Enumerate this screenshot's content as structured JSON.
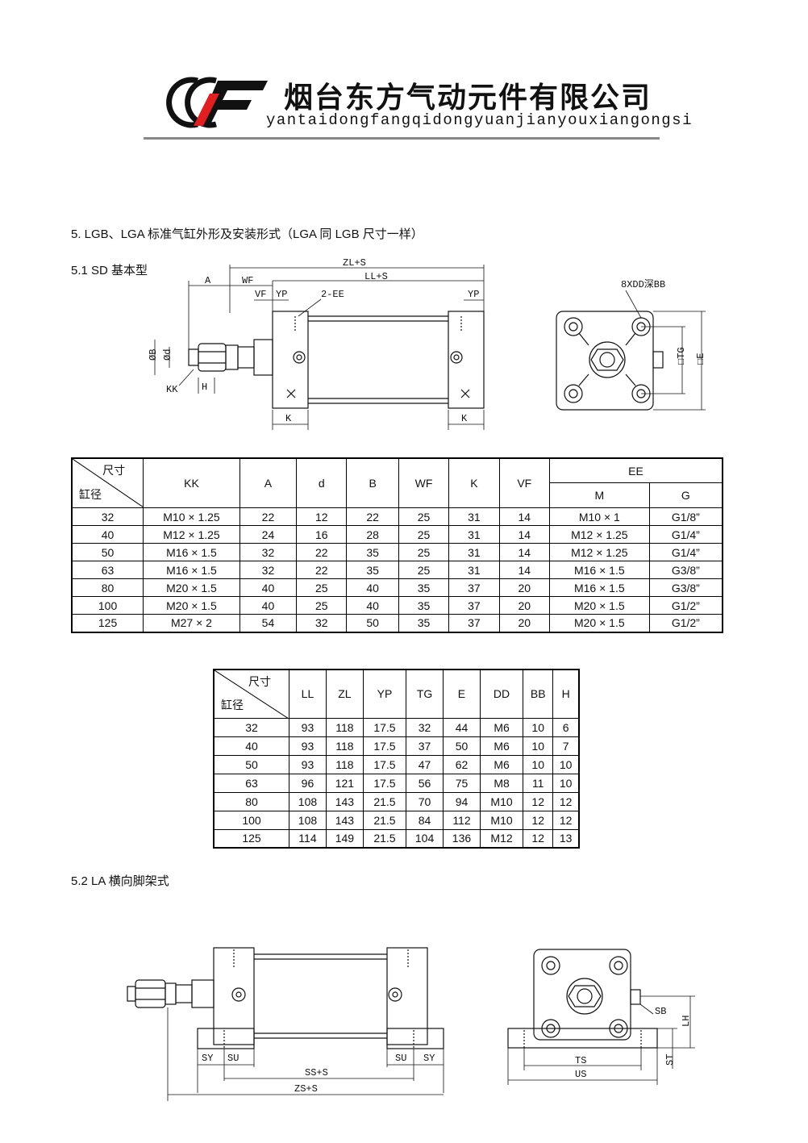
{
  "header": {
    "company_cn": "烟台东方气动元件有限公司",
    "company_en": "yantaidongfangqidongyuanjianyouxiangongsi"
  },
  "sections": {
    "s5": "5. LGB、LGA 标准气缸外形及安装形式（LGA 同 LGB 尺寸一样）",
    "s51": "5.1 SD 基本型",
    "s52": "5.2 LA 横向脚架式"
  },
  "diagram1": {
    "labels": {
      "zl_s": "ZL+S",
      "ll_s": "LL+S",
      "a": "A",
      "wf": "WF",
      "vf": "VF",
      "yp": "YP",
      "ee": "2-EE",
      "yp2": "YP",
      "b": "ØB",
      "d": "Ød",
      "kk": "KK",
      "h": "H",
      "k1": "K",
      "k2": "K",
      "dd_bb": "8XDD深BB",
      "tg": "□TG",
      "e": "□E"
    }
  },
  "diagram2": {
    "labels": {
      "sy1": "SY",
      "su1": "SU",
      "su2": "SU",
      "sy2": "SY",
      "ss_s": "SS+S",
      "zs_s": "ZS+S",
      "sb": "SB",
      "lh": "LH",
      "ts": "TS",
      "us": "US",
      "st": "ST"
    }
  },
  "table1": {
    "corner_top": "尺寸",
    "corner_bottom": "缸径",
    "headers": [
      "KK",
      "A",
      "d",
      "B",
      "WF",
      "K",
      "VF"
    ],
    "ee_header": "EE",
    "ee_sub": [
      "M",
      "G"
    ],
    "rows": [
      [
        "32",
        "M10 × 1.25",
        "22",
        "12",
        "22",
        "25",
        "31",
        "14",
        "M10 × 1",
        "G1/8”"
      ],
      [
        "40",
        "M12 × 1.25",
        "24",
        "16",
        "28",
        "25",
        "31",
        "14",
        "M12 × 1.25",
        "G1/4”"
      ],
      [
        "50",
        "M16 × 1.5",
        "32",
        "22",
        "35",
        "25",
        "31",
        "14",
        "M12 × 1.25",
        "G1/4”"
      ],
      [
        "63",
        "M16 × 1.5",
        "32",
        "22",
        "35",
        "25",
        "31",
        "14",
        "M16 × 1.5",
        "G3/8”"
      ],
      [
        "80",
        "M20 × 1.5",
        "40",
        "25",
        "40",
        "35",
        "37",
        "20",
        "M16 × 1.5",
        "G3/8”"
      ],
      [
        "100",
        "M20 × 1.5",
        "40",
        "25",
        "40",
        "35",
        "37",
        "20",
        "M20 × 1.5",
        "G1/2”"
      ],
      [
        "125",
        "M27 × 2",
        "54",
        "32",
        "50",
        "35",
        "37",
        "20",
        "M20 × 1.5",
        "G1/2”"
      ]
    ]
  },
  "table2": {
    "corner_top": "尺寸",
    "corner_bottom": "缸径",
    "headers": [
      "LL",
      "ZL",
      "YP",
      "TG",
      "E",
      "DD",
      "BB",
      "H"
    ],
    "rows": [
      [
        "32",
        "93",
        "118",
        "17.5",
        "32",
        "44",
        "M6",
        "10",
        "6"
      ],
      [
        "40",
        "93",
        "118",
        "17.5",
        "37",
        "50",
        "M6",
        "10",
        "7"
      ],
      [
        "50",
        "93",
        "118",
        "17.5",
        "47",
        "62",
        "M6",
        "10",
        "10"
      ],
      [
        "63",
        "96",
        "121",
        "17.5",
        "56",
        "75",
        "M8",
        "11",
        "10"
      ],
      [
        "80",
        "108",
        "143",
        "21.5",
        "70",
        "94",
        "M10",
        "12",
        "12"
      ],
      [
        "100",
        "108",
        "143",
        "21.5",
        "84",
        "112",
        "M10",
        "12",
        "12"
      ],
      [
        "125",
        "114",
        "149",
        "21.5",
        "104",
        "136",
        "M12",
        "12",
        "13"
      ]
    ]
  },
  "colors": {
    "logo_red": "#e02020",
    "ink": "#111111",
    "rule": "#888888"
  }
}
